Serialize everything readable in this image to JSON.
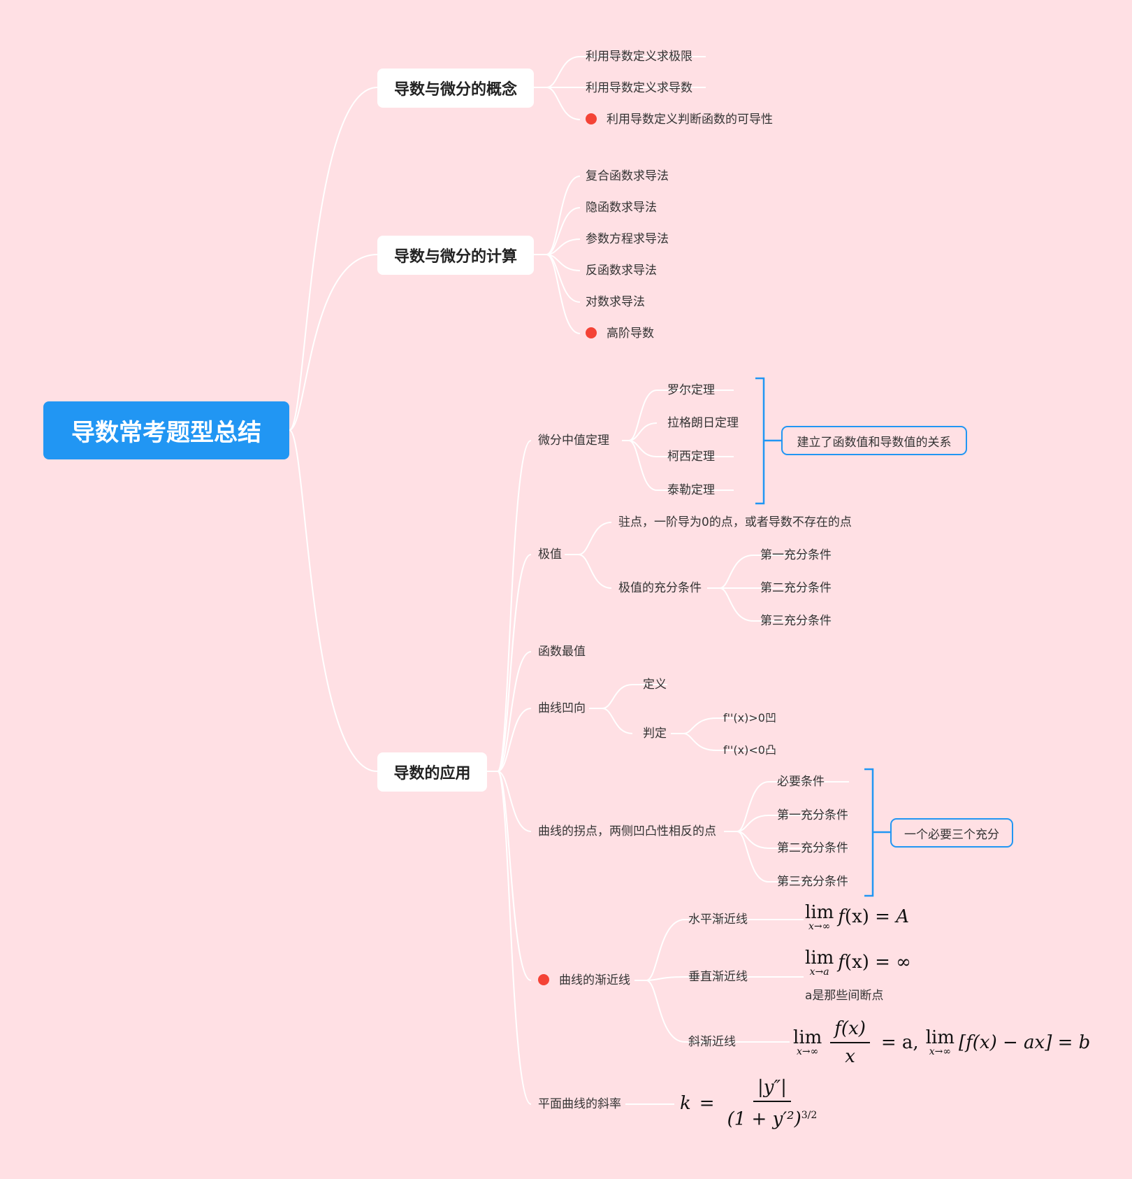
{
  "root": {
    "title": "导数常考题型总结"
  },
  "branches": {
    "concept": {
      "title": "导数与微分的概念",
      "items": [
        "利用导数定义求极限",
        "利用导数定义求导数",
        "利用导数定义判断函数的可导性"
      ],
      "marked_index": 2
    },
    "calc": {
      "title": "导数与微分的计算",
      "items": [
        "复合函数求导法",
        "隐函数求导法",
        "参数方程求导法",
        "反函数求导法",
        "对数求导法",
        "高阶导数"
      ],
      "marked_index": 5
    },
    "app": {
      "title": "导数的应用",
      "mvt": {
        "label": "微分中值定理",
        "items": [
          "罗尔定理",
          "拉格朗日定理",
          "柯西定理",
          "泰勒定理"
        ],
        "summary": "建立了函数值和导数值的关系"
      },
      "extreme": {
        "label": "极值",
        "stationary": "驻点，一阶导为0的点，或者导数不存在的点",
        "sufficient": {
          "label": "极值的充分条件",
          "items": [
            "第一充分条件",
            "第二充分条件",
            "第三充分条件"
          ]
        }
      },
      "maxmin": {
        "label": "函数最值"
      },
      "concavity": {
        "label": "曲线凹向",
        "definition": "定义",
        "judge": {
          "label": "判定",
          "items": [
            "f''(x)>0凹",
            "f''(x)<0凸"
          ]
        }
      },
      "inflection": {
        "label": "曲线的拐点，两侧凹凸性相反的点",
        "items": [
          "必要条件",
          "第一充分条件",
          "第二充分条件",
          "第三充分条件"
        ],
        "summary": "一个必要三个充分"
      },
      "asymptote": {
        "label": "曲线的渐近线",
        "marked": true,
        "horizontal": {
          "label": "水平渐近线",
          "lim": "lim",
          "sub": "x→∞",
          "expr_f": "f",
          "expr_rest": "(x) = ",
          "expr_val": "A"
        },
        "vertical": {
          "label": "垂直渐近线",
          "lim": "lim",
          "sub": "x→a",
          "expr_f": "f",
          "expr_rest": "(x) = ∞",
          "note": "a是那些间断点"
        },
        "oblique": {
          "label": "斜渐近线",
          "lim": "lim",
          "sub": "x→∞",
          "num": "f(x)",
          "den": "x",
          "mid": "= a,",
          "tail": "[f(x) − ax] = b"
        }
      },
      "curvature": {
        "label": "平面曲线的斜率",
        "k": "k",
        "eq": "=",
        "num": "|y″|",
        "den": "(1 + y′²)",
        "exp": "3/2"
      }
    }
  },
  "colors": {
    "root": "#2196F3",
    "marker": "#F44336",
    "bracket": "#2196F3",
    "line": "#FFFFFF",
    "background": "#FFE0E4"
  }
}
